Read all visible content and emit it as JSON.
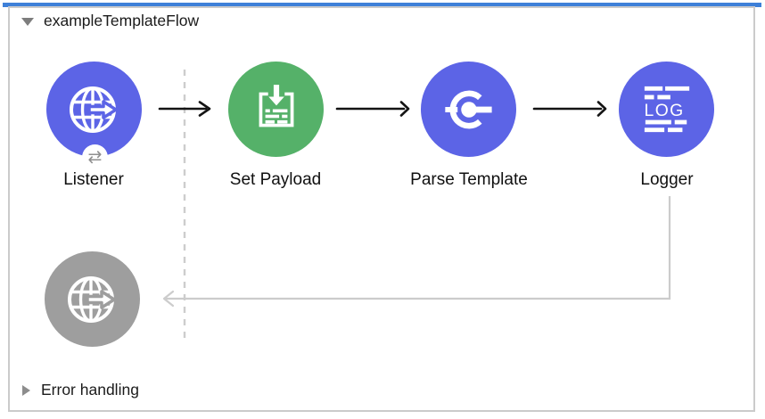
{
  "flow": {
    "title": "exampleTemplateFlow",
    "state": "expanded"
  },
  "nodes": [
    {
      "label": "Listener",
      "type": "http-listener",
      "color": "#5c64e6"
    },
    {
      "label": "Set Payload",
      "type": "set-payload",
      "color": "#55b169"
    },
    {
      "label": "Parse Template",
      "type": "parse-template",
      "color": "#5c64e6"
    },
    {
      "label": "Logger",
      "type": "logger",
      "color": "#5c64e6"
    }
  ],
  "logger_icon_text": "LOG",
  "listener_badge_glyph": "⇄",
  "response_node": {
    "type": "http-listener-response",
    "color": "#9e9e9e"
  },
  "error_handling": {
    "title": "Error handling",
    "state": "collapsed"
  },
  "colors": {
    "flow_top_bar": "#3e80d8",
    "node_blue": "#5c64e6",
    "node_green": "#55b169",
    "node_gray": "#9e9e9e",
    "canvas_border": "#cbcbcb",
    "connector_black": "#141414",
    "connector_gray": "#cccccc",
    "guide_dashed": "#cdcdcd"
  }
}
